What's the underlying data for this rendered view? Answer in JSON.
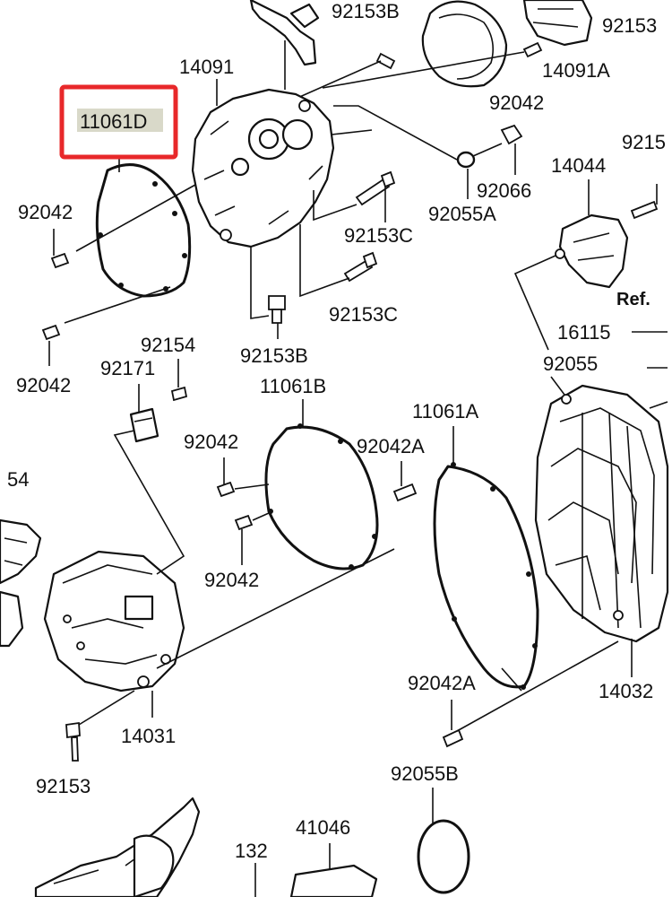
{
  "labels": {
    "p14091": "14091",
    "p92153b_top": "92153B",
    "p14091a": "14091A",
    "p92042_tr": "92042",
    "p9215_edge": "9215",
    "p92153_edge": "92153",
    "p11061d": "11061D",
    "p92042_l1": "92042",
    "p92066": "92066",
    "p92055a": "92055A",
    "p14044": "14044",
    "p92153c_1": "92153C",
    "p92153c_2": "92153C",
    "p_ref": "Ref.",
    "p16115": "16115",
    "p92042_l2": "92042",
    "p92154": "92154",
    "p92171": "92171",
    "p92153b_mid": "92153B",
    "p11061b": "11061B",
    "p92055": "92055",
    "p11061a": "11061A",
    "p54_edge": "54",
    "p92042_m1": "92042",
    "p92042a_1": "92042A",
    "p92042_m2": "92042",
    "p92042a_2": "92042A",
    "p14032": "14032",
    "p14031": "14031",
    "p92153": "92153",
    "p92055b": "92055B",
    "p41046": "41046",
    "p132_edge": "132"
  },
  "highlight_color": "#e8282a",
  "highlight_fill": "#d9d9c9"
}
